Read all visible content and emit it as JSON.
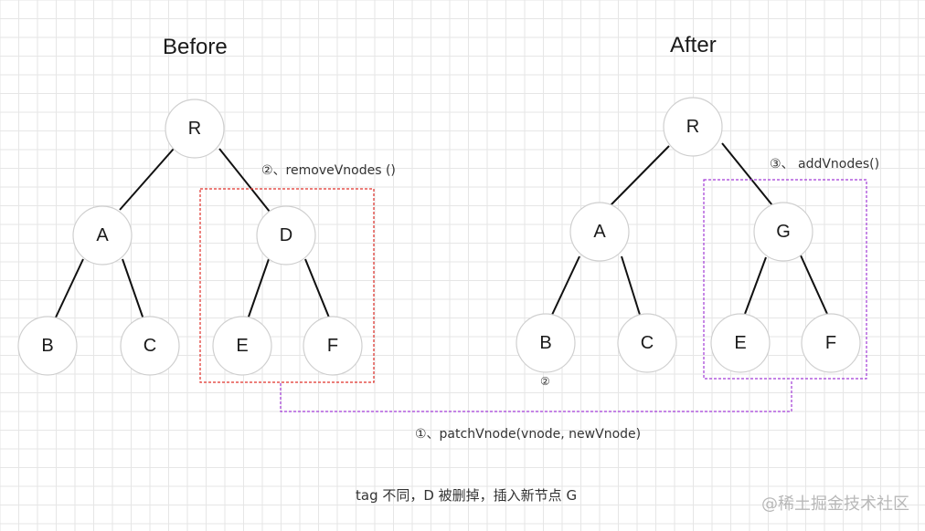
{
  "before": {
    "title": "Before",
    "nodes": {
      "r": "R",
      "a": "A",
      "d": "D",
      "b": "B",
      "c": "C",
      "e": "E",
      "f": "F"
    }
  },
  "after": {
    "title": "After",
    "nodes": {
      "r": "R",
      "a": "A",
      "g": "G",
      "b": "B",
      "c": "C",
      "e": "E",
      "f": "F"
    },
    "b_marker": "②"
  },
  "annotations": {
    "remove": "②、removeVnodes ()",
    "add": "③、 addVnodes()",
    "patch": "①、patchVnode(vnode, newVnode)",
    "caption": "tag 不同，D 被删掉，插入新节点 G"
  },
  "watermark": "@稀土掘金技术社区",
  "colors": {
    "grid": "#e6e6e6",
    "remove_box": "#e0302a",
    "add_box": "#a23bd6",
    "patch_line": "#a23bd6",
    "edge": "#111111",
    "node_border": "#cfcfcf"
  }
}
